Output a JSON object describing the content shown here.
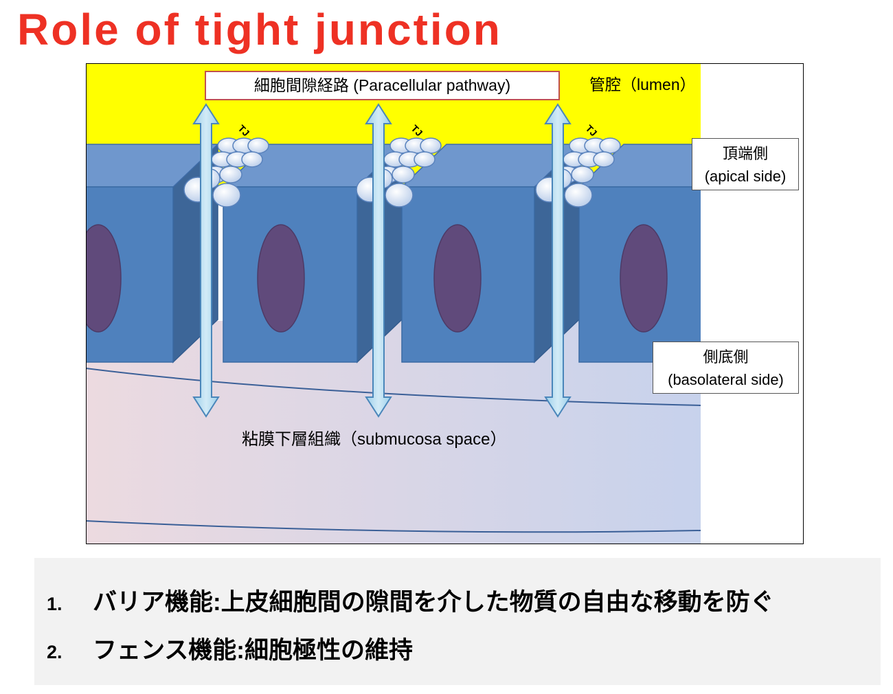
{
  "slide": {
    "title": "Role of tight junction"
  },
  "diagram": {
    "paracellular_pathway_label": "細胞間隙経路 (Paracellular pathway)",
    "lumen_label": "管腔（lumen）",
    "apical_side": {
      "ja": "頂端側",
      "en": "(apical side)"
    },
    "basolateral_side": {
      "ja": "側底側",
      "en": "(basolateral side)"
    },
    "submucosa_label": "粘膜下層組織（submucosa space）",
    "tight_junction_labels": [
      "TJ",
      "TJ",
      "TJ"
    ]
  },
  "functions": [
    {
      "number": "1.",
      "text": "バリア機能:上皮細胞間の隙間を介した物質の自由な移動を防ぐ"
    },
    {
      "number": "2.",
      "text": "フェンス機能:細胞極性の維持"
    }
  ],
  "colors": {
    "title": "#EE3124",
    "lumen": "#FFFF00",
    "cell_front": "#4F81BD",
    "cell_top": "#6F97CD",
    "cell_side": "#3D6698",
    "nucleus": "#604A7B",
    "arrow": "#9DCFEA",
    "arrow_outline": "#4A86BA",
    "tj_strand": "#B4C9E8",
    "submucosa_left": "#ECDAE0",
    "submucosa_right": "#C7D2EC",
    "pathway_box_border": "#C0504D",
    "list_background": "#F2F2F2"
  }
}
